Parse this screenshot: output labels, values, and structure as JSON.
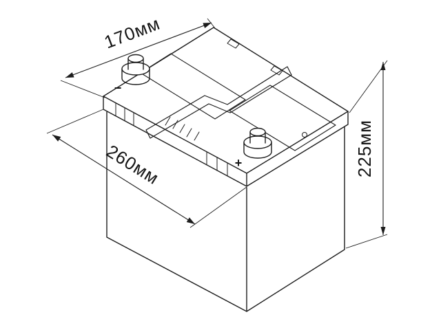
{
  "canvas": {
    "background": "#ffffff",
    "line_color": "#1c1c1c"
  },
  "dimensions": {
    "width_label": "170мм",
    "length_label": "260мм",
    "height_label": "225мм"
  },
  "battery": {
    "negative_label": "−",
    "positive_label": "+"
  }
}
